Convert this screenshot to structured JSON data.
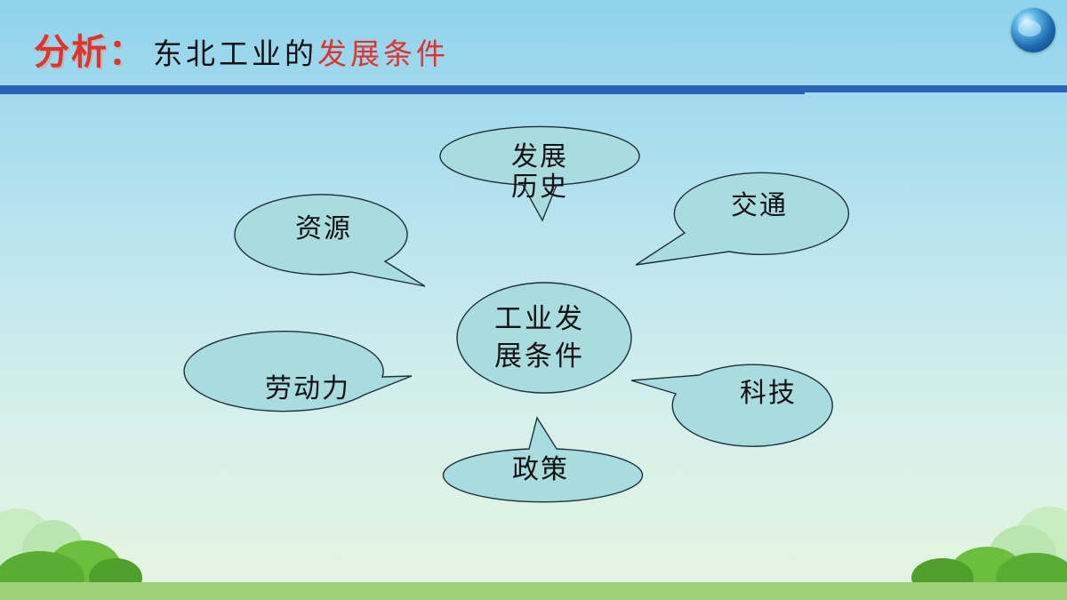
{
  "header": {
    "label": "分析：",
    "title_main": "东北工业的",
    "title_highlight": "发展条件"
  },
  "diagram": {
    "center": "工业发展条件",
    "nodes": {
      "history": "发展历史",
      "resources": "资源",
      "transport": "交通",
      "labor": "劳动力",
      "technology": "科技",
      "policy": "政策"
    }
  },
  "colors": {
    "accent_red": "#e0322f",
    "rule_blue": "#2a62b8",
    "bubble_fill": "#a9dcde"
  }
}
